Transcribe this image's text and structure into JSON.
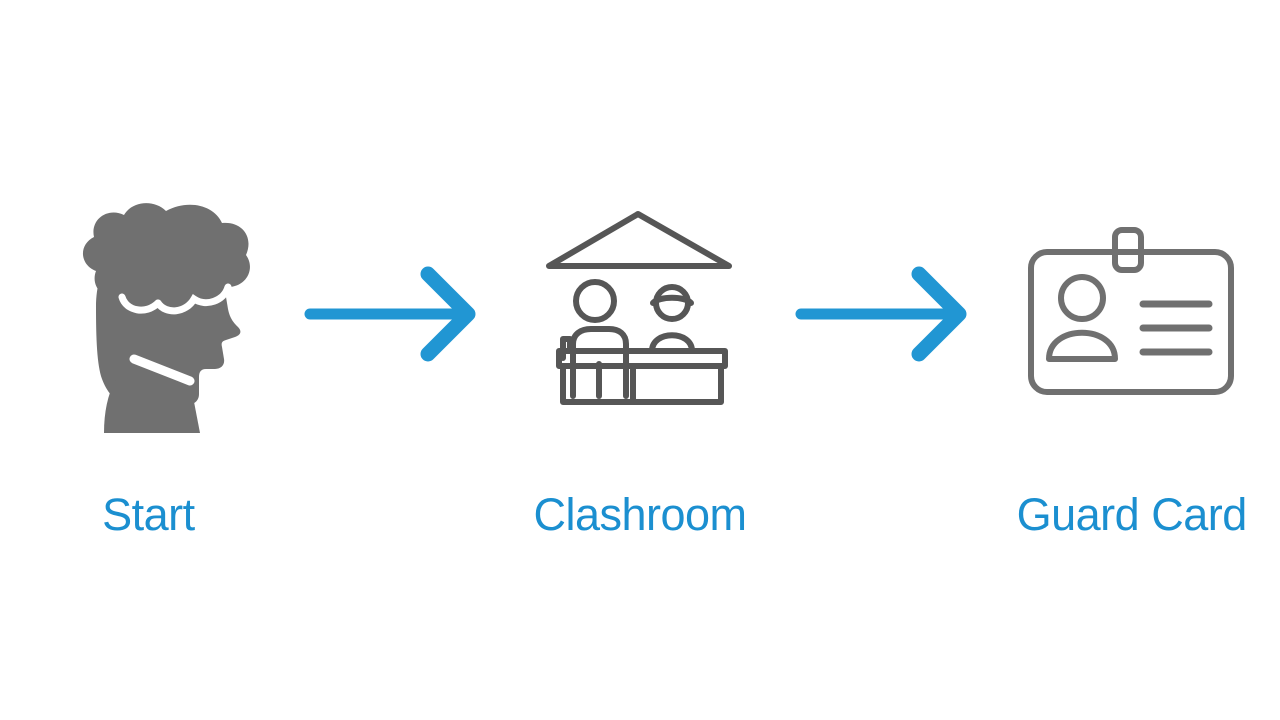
{
  "diagram": {
    "type": "process-flow",
    "background_color": "#ffffff",
    "accent_color": "#1b8fd0",
    "arrow_color": "#2196d3",
    "icon_color": "#707070",
    "direction": "left-to-right",
    "steps": [
      {
        "id": "start",
        "label": "Start",
        "icon": "person-profile-silhouette-icon",
        "icon_style": "solid-silhouette",
        "color": "#707070"
      },
      {
        "id": "clashroom",
        "label": "Clashroom",
        "icon": "classroom-icon",
        "icon_style": "line-outline",
        "color": "#565656"
      },
      {
        "id": "guard-card",
        "label": "Guard Card",
        "icon": "id-badge-card-icon",
        "icon_style": "line-outline",
        "color": "#707070"
      }
    ],
    "connectors": [
      {
        "id": "arrow-1",
        "from": "start",
        "to": "clashroom",
        "icon": "arrow-right-icon",
        "color": "#2196d3"
      },
      {
        "id": "arrow-2",
        "from": "clashroom",
        "to": "guard-card",
        "icon": "arrow-right-icon",
        "color": "#2196d3"
      }
    ]
  }
}
